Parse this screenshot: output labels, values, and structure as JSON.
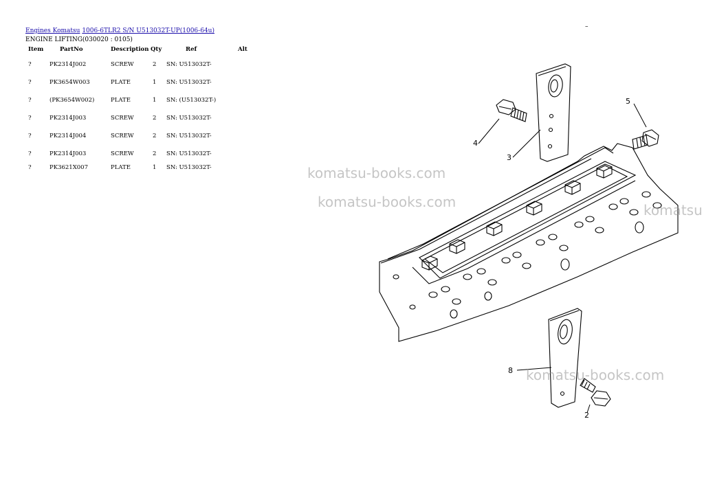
{
  "breadcrumb": {
    "link1": "Engines Komatsu",
    "link2": "1006-6TLR2 S/N U513032T-UP(1006-64u)"
  },
  "subtitle": "ENGINE LIFTING(030020 : 0105)",
  "table": {
    "headers": [
      "Item",
      "PartNo",
      "Description",
      "Qty",
      "Ref",
      "Alt"
    ],
    "rows": [
      {
        "item": "?",
        "part": "PK2314J002",
        "desc": "SCREW",
        "qty": "2",
        "ref": "SN: U513032T-",
        "alt": ""
      },
      {
        "item": "?",
        "part": "PK3654W003",
        "desc": "PLATE",
        "qty": "1",
        "ref": "SN: U513032T-",
        "alt": ""
      },
      {
        "item": "?",
        "part": "(PK3654W002)",
        "desc": "PLATE",
        "qty": "1",
        "ref": "SN: (U513032T-)",
        "alt": ""
      },
      {
        "item": "?",
        "part": "PK2314J003",
        "desc": "SCREW",
        "qty": "2",
        "ref": "SN: U513032T-",
        "alt": ""
      },
      {
        "item": "?",
        "part": "PK2314J004",
        "desc": "SCREW",
        "qty": "2",
        "ref": "SN: U513032T-",
        "alt": ""
      },
      {
        "item": "?",
        "part": "PK2314J003",
        "desc": "SCREW",
        "qty": "2",
        "ref": "SN: U513032T-",
        "alt": ""
      },
      {
        "item": "?",
        "part": "PK3621X007",
        "desc": "PLATE",
        "qty": "1",
        "ref": "SN: U513032T-",
        "alt": ""
      }
    ]
  },
  "watermark": "komatsu-books.com",
  "watermark_partial": "komatsu",
  "corner_mark": "–",
  "callouts": [
    "2",
    "3",
    "4",
    "5",
    "8"
  ]
}
